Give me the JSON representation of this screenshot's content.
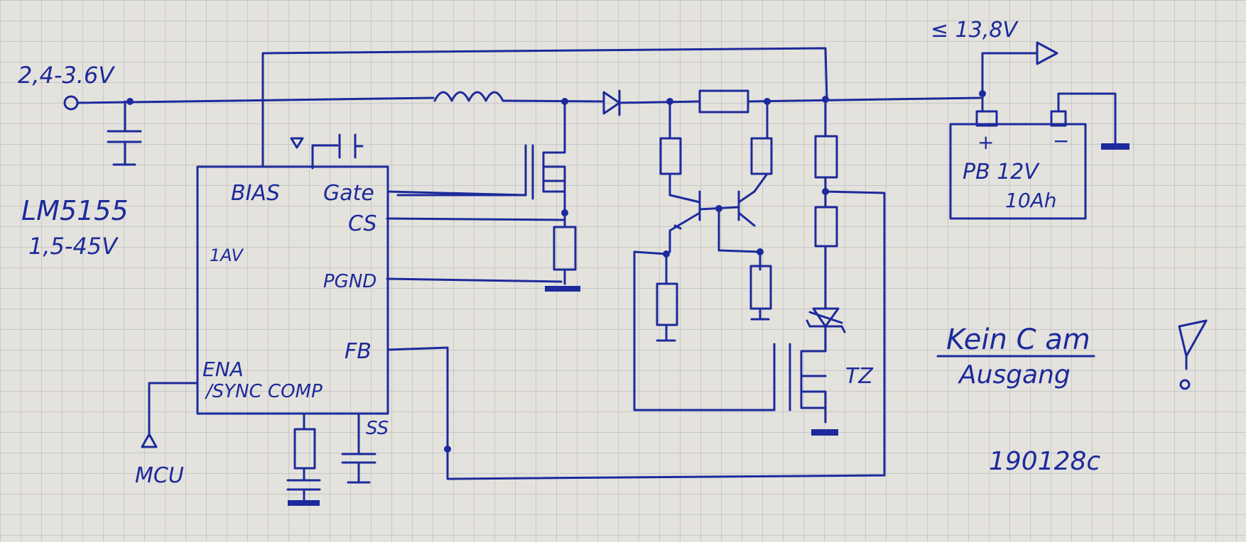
{
  "input_voltage": "2,4-3.6V",
  "output_voltage": "≤ 13,8V",
  "ic": {
    "name": "LM5155",
    "range": "1,5-45V",
    "pin_bias": "BIAS",
    "pin_gate": "Gate",
    "pin_cs": "CS",
    "pin_pgnd": "PGND",
    "pin_fb": "FB",
    "pin_ena": "ENA",
    "pin_sync_comp": "/SYNC COMP",
    "pin_1av": "1AV",
    "pin_ss": "SS"
  },
  "mcu_label": "MCU",
  "battery": {
    "plus": "+",
    "minus": "−",
    "type": "PB 12V",
    "capacity": "10Ah"
  },
  "tz_label": "TZ",
  "note_line1": "Kein C am",
  "note_line2": "Ausgang",
  "date_code": "190128c"
}
